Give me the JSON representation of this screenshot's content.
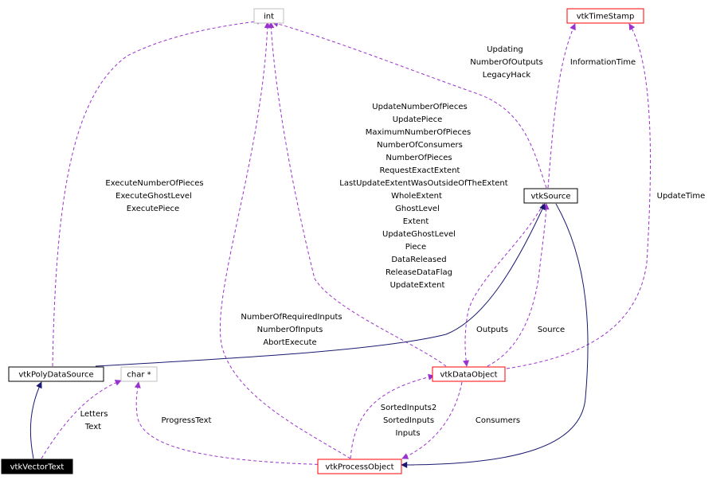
{
  "colors": {
    "usage_edge": "#9a32cd",
    "inheritance_edge": "#191970",
    "documented_border": "#000000",
    "undocumented_border": "#bfbfbf",
    "template_border": "#ff0000",
    "highlight_fill": "#000000",
    "highlight_text": "#ffffff"
  },
  "nodes": {
    "int": "int",
    "time_stamp": "vtkTimeStamp",
    "source": "vtkSource",
    "poly_data_source": "vtkPolyDataSource",
    "char_ptr": "char *",
    "data_object": "vtkDataObject",
    "process_object": "vtkProcessObject",
    "vector_text": "vtkVectorText"
  },
  "labels": {
    "source_to_int": [
      "Updating",
      "NumberOfOutputs",
      "LegacyHack"
    ],
    "information_time": "InformationTime",
    "data_object_to_int": [
      "UpdateNumberOfPieces",
      "UpdatePiece",
      "MaximumNumberOfPieces",
      "NumberOfConsumers",
      "NumberOfPieces",
      "RequestExactExtent",
      "LastUpdateExtentWasOutsideOfTheExtent",
      "WholeExtent",
      "GhostLevel",
      "Extent",
      "UpdateGhostLevel",
      "Piece",
      "DataReleased",
      "ReleaseDataFlag",
      "UpdateExtent"
    ],
    "poly_to_int": [
      "ExecuteNumberOfPieces",
      "ExecuteGhostLevel",
      "ExecutePiece"
    ],
    "update_time": "UpdateTime",
    "process_to_int": [
      "NumberOfRequiredInputs",
      "NumberOfInputs",
      "AbortExecute"
    ],
    "outputs": "Outputs",
    "source_edge": "Source",
    "letters_text": [
      "Letters",
      "Text"
    ],
    "progress_text": "ProgressText",
    "inputs": [
      "SortedInputs2",
      "SortedInputs",
      "Inputs"
    ],
    "consumers": "Consumers"
  }
}
